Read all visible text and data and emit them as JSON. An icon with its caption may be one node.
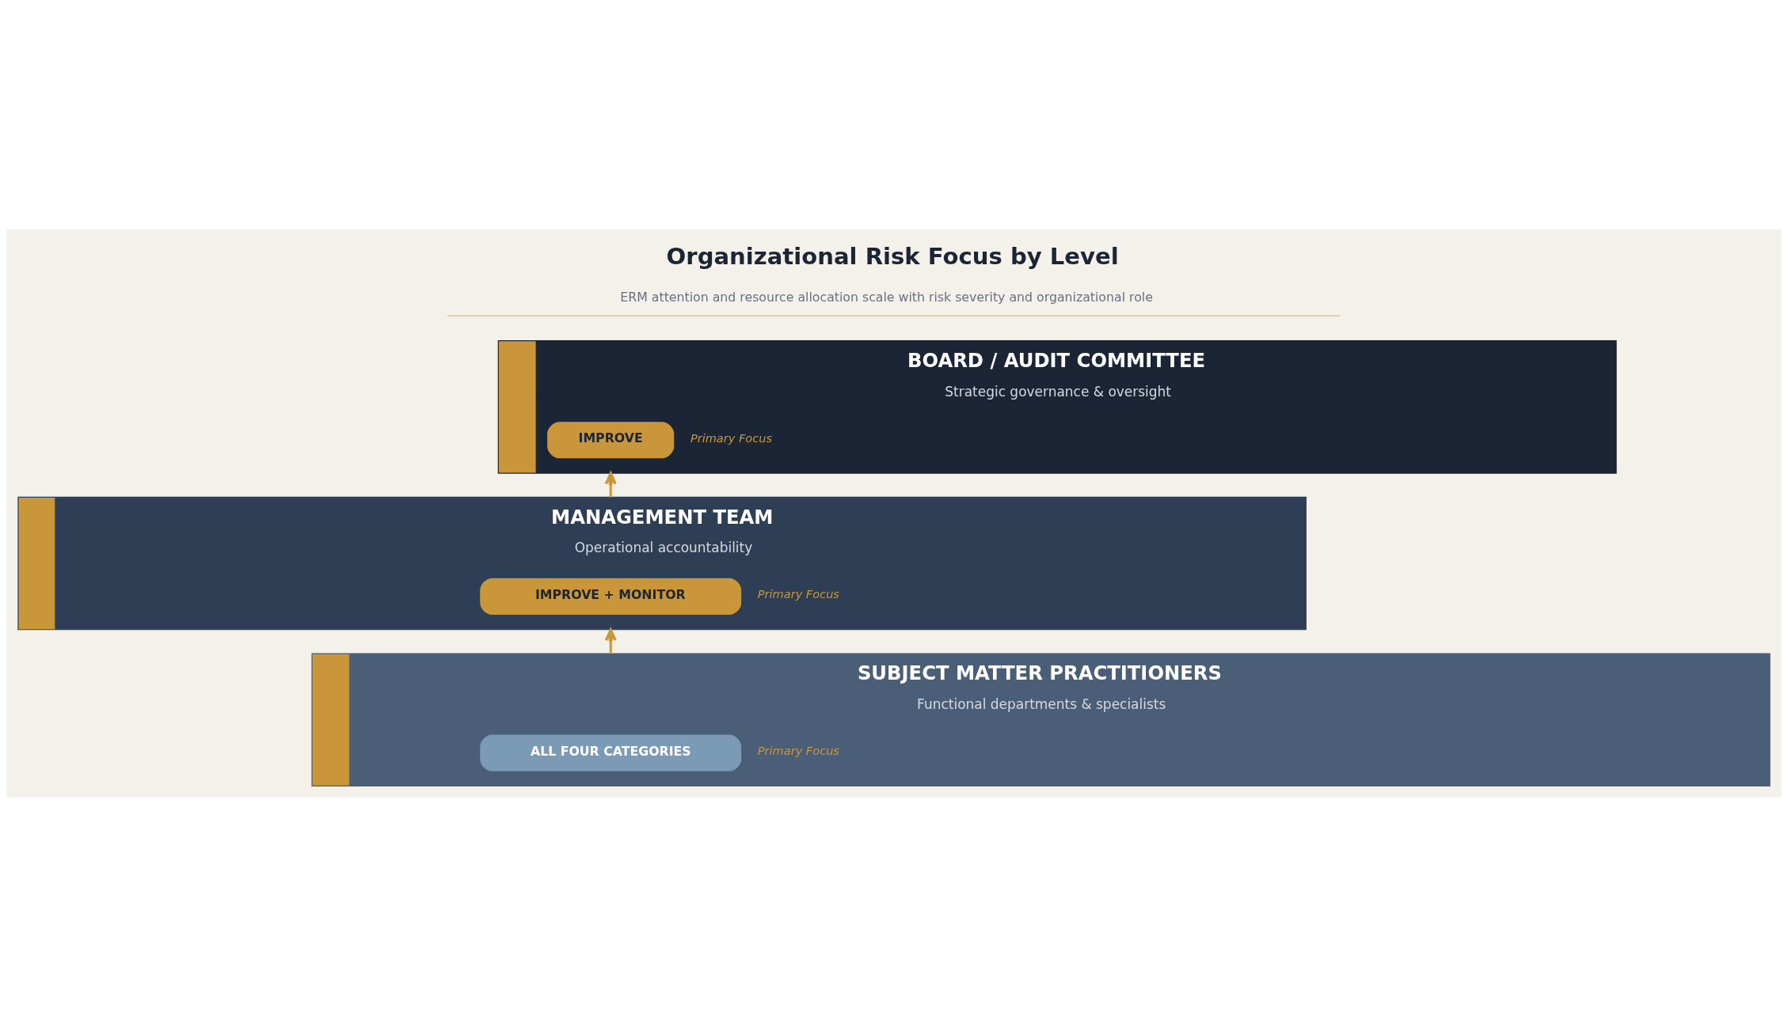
{
  "diagram": {
    "title": "Organizational Risk Focus by Level",
    "caption": "ERM attention and resource allocation scale with risk severity and organizational role",
    "nodes": [
      {
        "text": [
          "BOARD / AUDIT COMMITTEE",
          "Strategic governance & oversight"
        ]
      },
      {
        "text": [
          "IMPROVE"
        ],
        "in": 0,
        "beside": [
          "Primary Focus"
        ]
      },
      {
        "text": [
          "MANAGEMENT TEAM",
          "Operational accountability"
        ]
      },
      {
        "text": [
          "IMPROVE + MONITOR"
        ],
        "in": 2,
        "beside": [
          "Primary Focus"
        ]
      },
      {
        "text": [
          "SUBJECT MATTER PRACTITIONERS",
          "Functional departments & specialists"
        ]
      },
      {
        "text": [
          "ALL FOUR CATEGORIES"
        ],
        "in": 4,
        "beside": [
          "Primary Focus"
        ]
      }
    ],
    "edges": [
      {
        "from": 2,
        "to": 0,
        "arrow": "to"
      },
      {
        "from": 4,
        "to": 2,
        "arrow": "to"
      }
    ]
  }
}
